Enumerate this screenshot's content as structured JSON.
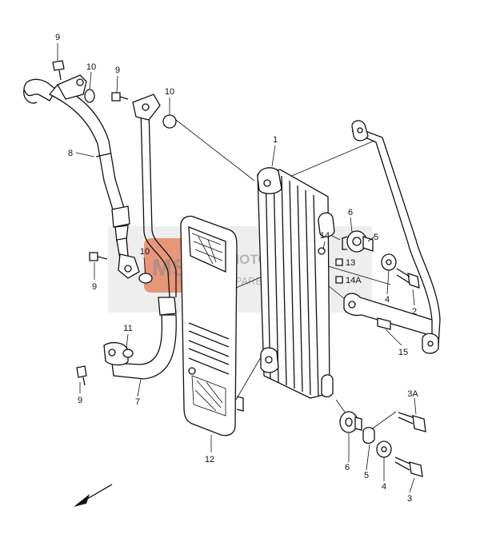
{
  "labels": {
    "l1": "1",
    "l2": "2",
    "l3": "3",
    "l3a": "3A",
    "l4a": "4",
    "l4b": "4",
    "l5a": "5",
    "l5b": "5",
    "l6a": "6",
    "l6b": "6",
    "l7": "7",
    "l8": "8",
    "l9a": "9",
    "l9b": "9",
    "l9c": "9",
    "l9d": "9",
    "l10a": "10",
    "l10b": "10",
    "l10c": "10",
    "l11": "11",
    "l12": "12",
    "l13": "13",
    "l14": "14",
    "l14a": "14A",
    "l15": "15"
  },
  "watermark": {
    "logo": "MSP",
    "line1": "MOTORCYCLE",
    "line2": "SPARE PARTS"
  },
  "colors": {
    "line": "#111111",
    "watermark": "#e24e1b"
  }
}
